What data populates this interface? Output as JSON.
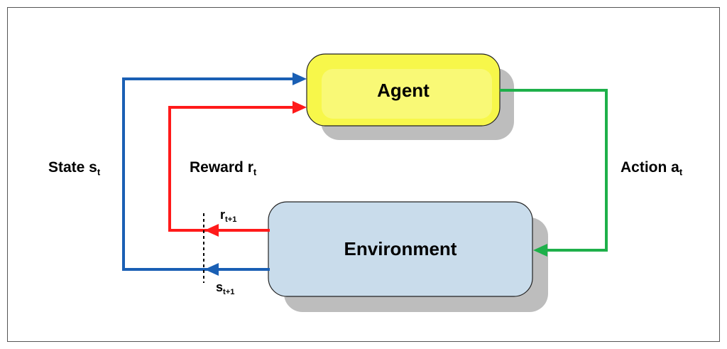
{
  "nodes": {
    "agent": {
      "label": "Agent",
      "fill": "#f7f74a"
    },
    "environment": {
      "label": "Environment",
      "fill": "#c9dceb"
    }
  },
  "edges": {
    "state": {
      "label": "State s",
      "sub": "t",
      "color": "#1a5fb4"
    },
    "reward": {
      "label": "Reward r",
      "sub": "t",
      "color": "#ff1a1a"
    },
    "action": {
      "label": "Action a",
      "sub": "t",
      "color": "#1eb04a"
    },
    "next_reward": {
      "label": "r",
      "sub": "t+1"
    },
    "next_state": {
      "label": "s",
      "sub": "t+1"
    }
  }
}
